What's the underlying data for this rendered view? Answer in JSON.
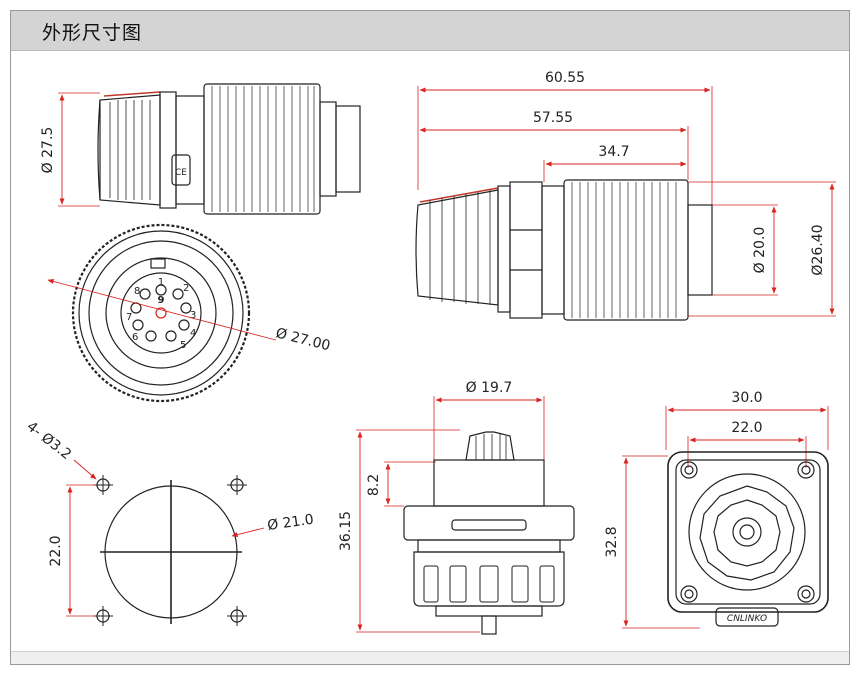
{
  "header": {
    "title": "外形尺寸图"
  },
  "colors": {
    "dimension": "#d8231f",
    "outline": "#222222",
    "header_bg": "#d4d4d4"
  },
  "views": {
    "side_small": {
      "dia": "Ø 27.5"
    },
    "side_large": {
      "len1": "60.55",
      "len2": "57.55",
      "len3": "34.7",
      "dia_a": "Ø 20.0",
      "dia_b": "Ø26.40"
    },
    "front": {
      "dia": "Ø 27.00",
      "pins": [
        "1",
        "2",
        "3",
        "4",
        "5",
        "6",
        "7",
        "8",
        "9"
      ],
      "logo_text": "CE"
    },
    "panel_cutout": {
      "holes": "4- Ø3.2",
      "pitch": "22.0",
      "cut_dia": "Ø 21.0"
    },
    "socket_side": {
      "dia": "Ø 19.7",
      "h1": "8.2",
      "h2": "36.15"
    },
    "socket_front": {
      "w1": "30.0",
      "w2": "22.0",
      "h": "32.8",
      "brand": "CNLINKO"
    }
  }
}
